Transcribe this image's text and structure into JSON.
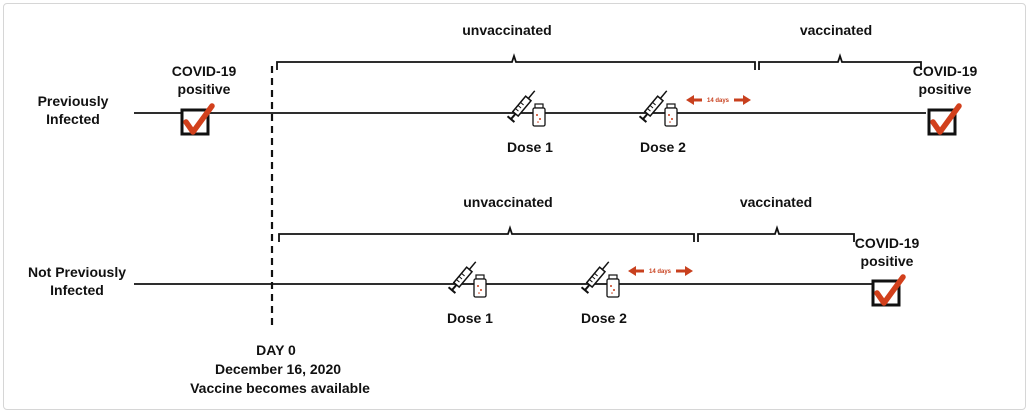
{
  "rows": [
    {
      "label_line1": "Previously",
      "label_line2": "Infected",
      "positive_top": "COVID-19",
      "positive_bottom": "positive",
      "positive_end_top": "COVID-19",
      "positive_end_bottom": "positive",
      "brace_left": "unvaccinated",
      "brace_right": "vaccinated",
      "dose1": "Dose 1",
      "dose2": "Dose 2",
      "interval": "14 days"
    },
    {
      "label_line1": "Not Previously",
      "label_line2": "Infected",
      "positive_end_top": "COVID-19",
      "positive_end_bottom": "positive",
      "brace_left": "unvaccinated",
      "brace_right": "vaccinated",
      "dose1": "Dose 1",
      "dose2": "Dose 2",
      "interval": "14 days"
    }
  ],
  "day0": {
    "title": "DAY 0",
    "date": "December 16, 2020",
    "note": "Vaccine becomes available"
  },
  "colors": {
    "check": "#d2401c",
    "arrow": "#c8401e",
    "line": "#111111"
  },
  "icons": [
    "checkbox-check-icon",
    "syringe-icon",
    "vial-icon",
    "double-arrow-icon"
  ]
}
